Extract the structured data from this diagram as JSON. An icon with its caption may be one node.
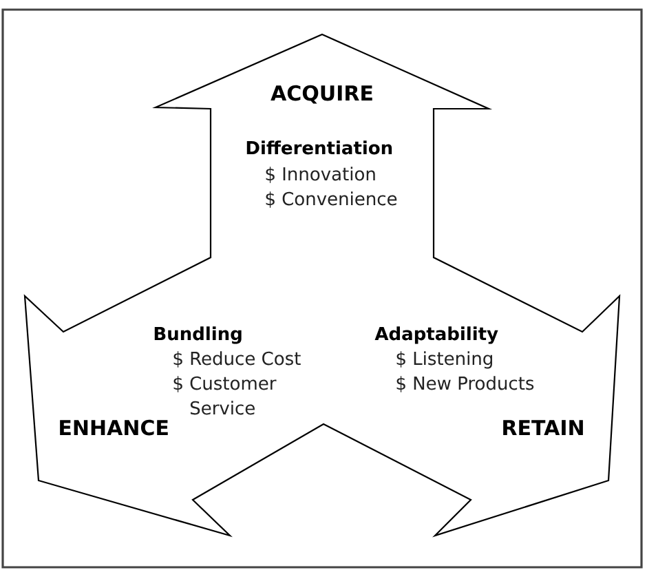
{
  "diagram": {
    "nodes": [
      {
        "text": [
          "ACQUIRE",
          "Differentiation",
          "$ Innovation",
          "$ Convenience",
          "Bundling",
          "$ Reduce Cost",
          "$ Customer Service",
          "ENHANCE",
          "Adaptability",
          "$ Listening",
          "$ New Products",
          "RETAIN"
        ]
      }
    ]
  }
}
